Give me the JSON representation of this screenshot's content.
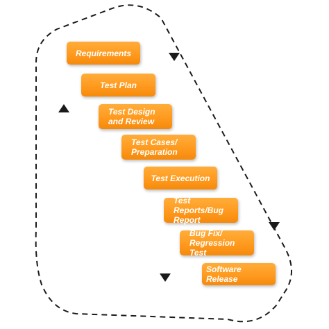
{
  "steps": [
    {
      "label": "Requirements"
    },
    {
      "label": "Test Plan"
    },
    {
      "label": "Test Design and Review"
    },
    {
      "label": "Test Cases/ Preparation"
    },
    {
      "label": "Test Execution"
    },
    {
      "label": "Test Reports/Bug Report"
    },
    {
      "label": "Bug Fix/ Regression Test"
    },
    {
      "label": "Software Release"
    }
  ],
  "colors": {
    "box": "#ff9a1e",
    "box_text": "#ffffff",
    "loop_line": "#1a1a1a"
  },
  "icons": [
    "arrow-down-icon",
    "arrow-up-icon"
  ]
}
